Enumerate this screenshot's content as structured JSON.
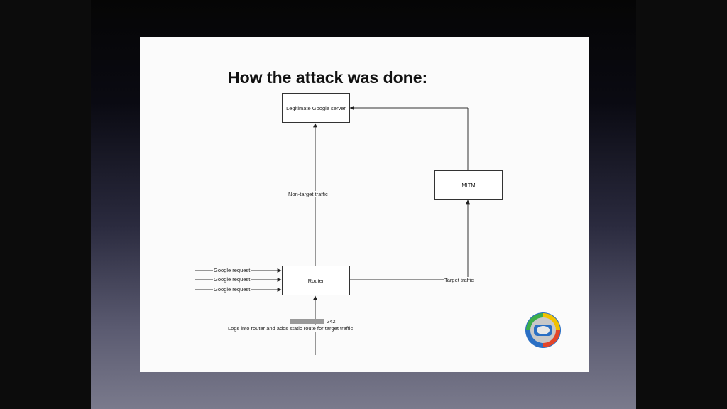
{
  "slide": {
    "title": "How the attack was done:"
  },
  "diagram": {
    "nodes": {
      "google_server": "Legitimate Google server",
      "mitm": "MITM",
      "router": "Router"
    },
    "edge_labels": {
      "non_target": "Non-target traffic",
      "target": "Target traffic",
      "requests": [
        "Google request",
        "Google request",
        "Google request"
      ],
      "attacker_id": "242",
      "attacker_action": "Logs into router and adds static route for target traffic"
    }
  },
  "logo": {
    "icon": "tv-network-globe-logo",
    "colors": [
      "#2a6fc4",
      "#3cae4a",
      "#f2c200",
      "#e2452a",
      "#c0c0c0"
    ]
  }
}
